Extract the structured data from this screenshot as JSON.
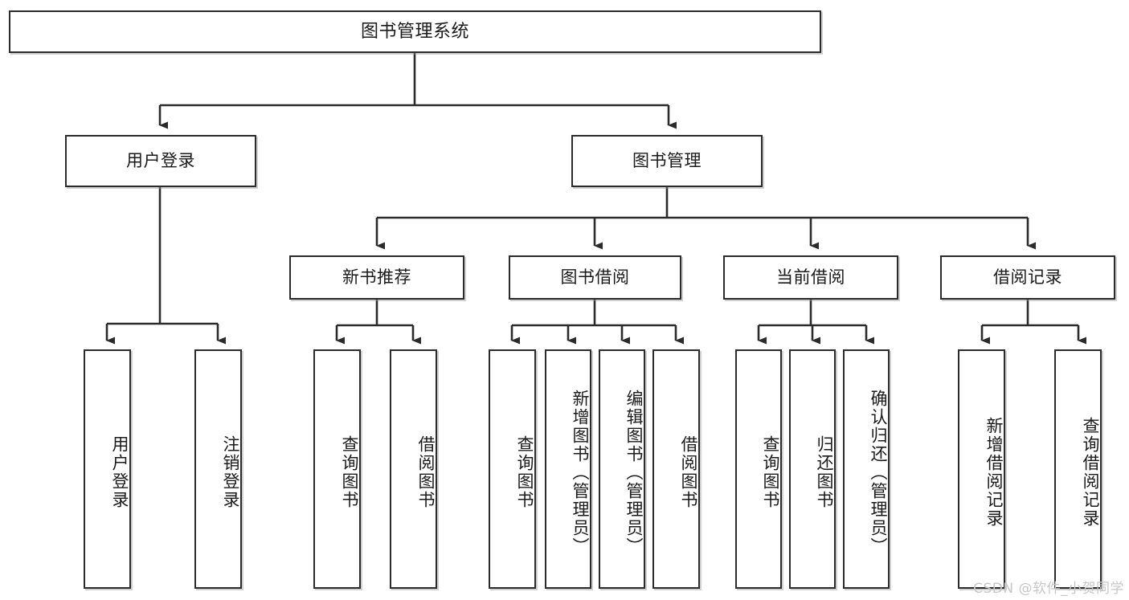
{
  "diagram": {
    "title": "图书管理系统",
    "type": "tree-hierarchy",
    "watermark": "CSDN @软件_小贺同学",
    "colors": {
      "background": "#ffffff",
      "border": "#2b2b2b",
      "text": "#1a1a1a",
      "connector": "#2b2b2b",
      "watermark": "#c7c7c7"
    },
    "nodes": {
      "root": {
        "label": "图书管理系统"
      },
      "level1": [
        {
          "label": "用户登录"
        },
        {
          "label": "图书管理"
        }
      ],
      "level2": [
        {
          "label": "新书推荐"
        },
        {
          "label": "图书借阅"
        },
        {
          "label": "当前借阅"
        },
        {
          "label": "借阅记录"
        }
      ],
      "leaves": {
        "user_login": [
          {
            "label": "用户登录"
          },
          {
            "label": "注销登录"
          }
        ],
        "new_book_recommend": [
          {
            "label": "查询图书"
          },
          {
            "label": "借阅图书"
          }
        ],
        "book_borrow": [
          {
            "label": "查询图书"
          },
          {
            "label": "新增图书（管理员）"
          },
          {
            "label": "编辑图书（管理员）"
          },
          {
            "label": "借阅图书"
          }
        ],
        "current_borrow": [
          {
            "label": "查询图书"
          },
          {
            "label": "归还图书"
          },
          {
            "label": "确认归还（管理员）"
          }
        ],
        "borrow_record": [
          {
            "label": "新增借阅记录"
          },
          {
            "label": "查询借阅记录"
          }
        ]
      }
    }
  }
}
